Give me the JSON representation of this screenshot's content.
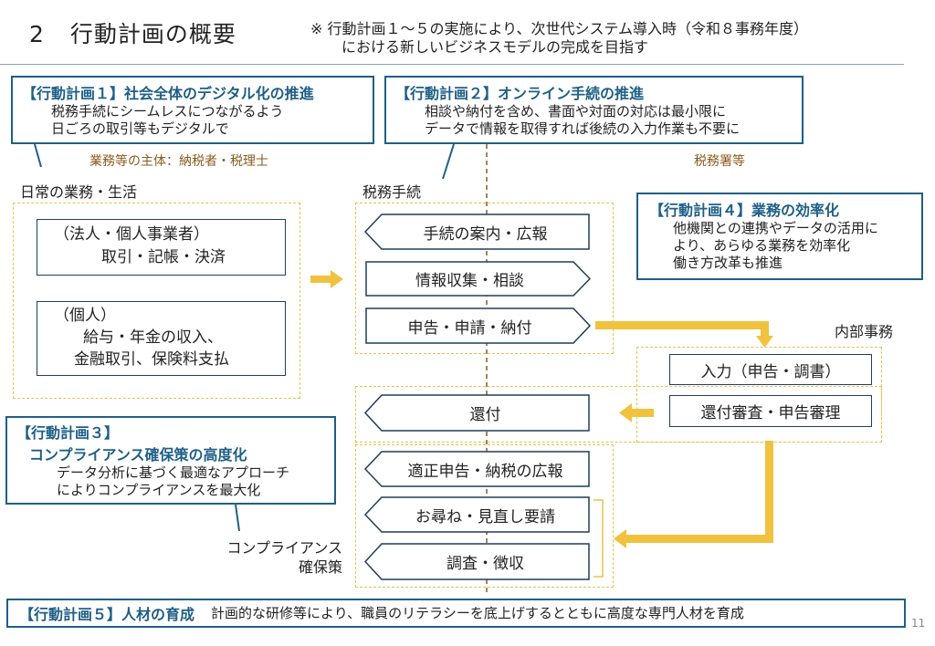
{
  "header": {
    "section_number": "2",
    "title": "行動計画の概要",
    "note_line1": "※ 行動計画１～５の実施により、次世代システム導入時（令和８事務年度）",
    "note_line2": "における新しいビジネスモデルの完成を目指す"
  },
  "plans": {
    "plan1": {
      "head": "【行動計画１】社会全体のデジタル化の推進",
      "line1": "税務手続にシームレスにつながるよう",
      "line2": "日ごろの取引等もデジタルで"
    },
    "plan2": {
      "head": "【行動計画２】オンライン手続の推進",
      "line1": "相談や納付を含め、書面や対面の対応は最小限に",
      "line2": "データで情報を取得すれば後続の入力作業も不要に"
    },
    "plan3": {
      "head1": "【行動計画３】",
      "head2": "コンプライアンス確保策の高度化",
      "line1": "データ分析に基づく最適なアプローチ",
      "line2": "によりコンプライアンスを最大化"
    },
    "plan4": {
      "head": "【行動計画４】業務の効率化",
      "line1": "他機関との連携やデータの活用に",
      "line2": "より、あらゆる業務を効率化",
      "line3": "働き方改革も推進"
    },
    "plan5": {
      "head": "【行動計画５】人材の育成",
      "text": "計画的な研修等により、職員のリテラシーを底上げするとともに高度な専門人材を育成"
    }
  },
  "labels": {
    "actor_taxpayer": "業務等の主体：納税者・税理士",
    "actor_office": "税務署等",
    "daily_business": "日常の業務・生活",
    "tax_procedures": "税務手続",
    "internal_affairs": "内部事務",
    "compliance_1": "コンプライアンス",
    "compliance_2": "確保策"
  },
  "daily": {
    "corp_title": "（法人・個人事業者）",
    "corp_items": "取引・記帳・決済",
    "ind_title": "（個人）",
    "ind_line1": "給与・年金の収入、",
    "ind_line2": "金融取引、保険料支払"
  },
  "procedures": [
    "手続の案内・広報",
    "情報収集・相談",
    "申告・申請・納付"
  ],
  "refund": "還付",
  "internal": [
    "入力（申告・調書）",
    "還付審査・申告審理"
  ],
  "compliance_steps": [
    "適正申告・納税の広報",
    "お尋ね・見直し要請",
    "調査・徴収"
  ],
  "page_number": "11",
  "colors": {
    "accent_blue": "#1f5f86",
    "arrow_yellow": "#f0c23e",
    "brown": "#8a5a1e"
  }
}
